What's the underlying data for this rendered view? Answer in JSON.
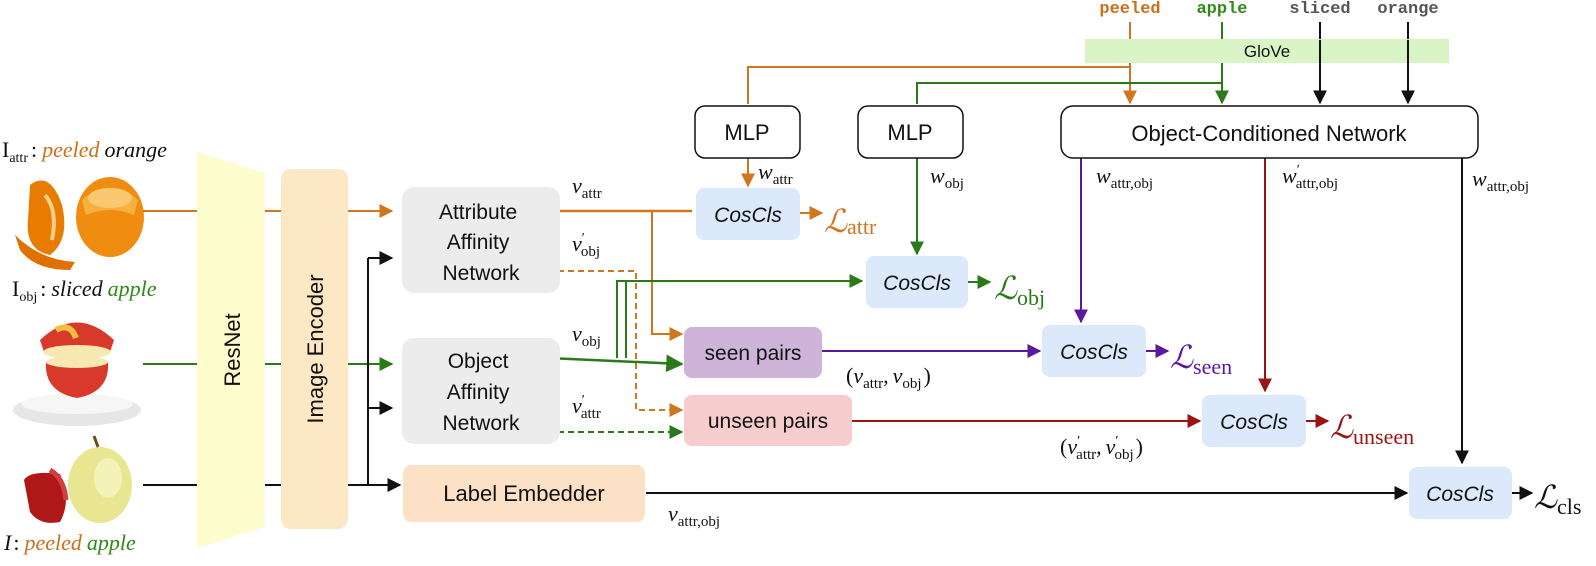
{
  "glove": {
    "words": [
      "peeled",
      "apple",
      "sliced",
      "orange"
    ],
    "word_colors": [
      "#c8701a",
      "#2e8b1a",
      "#555555",
      "#555555"
    ],
    "label": "GloVe"
  },
  "images": {
    "attr_prefix": "I",
    "attr_sub": "attr",
    "attr_colon": ":",
    "attr_word1": "peeled",
    "attr_word2": "orange",
    "obj_prefix": "I",
    "obj_sub": "obj",
    "obj_colon": ":",
    "obj_word1": "sliced",
    "obj_word2": "apple",
    "main_prefix": "I",
    "main_colon": ":",
    "main_word1": "peeled",
    "main_word2": "apple"
  },
  "backbone": {
    "resnet": "ResNet",
    "encoder": "Image Encoder"
  },
  "modules": {
    "attr_net": [
      "Attribute",
      "Affinity",
      "Network"
    ],
    "obj_net": [
      "Object",
      "Affinity",
      "Network"
    ],
    "label_embedder": "Label Embedder",
    "mlp_attr": "MLP",
    "mlp_obj": "MLP",
    "ocn": "Object-Conditioned Network",
    "seen_pairs": "seen pairs",
    "unseen_pairs": "unseen pairs",
    "coscls": "CosCls"
  },
  "symbols": {
    "v": "v",
    "w": "w",
    "attr": "attr",
    "obj": "obj",
    "attr_obj": "attr,obj",
    "prime": "′",
    "L": "ℒ",
    "seen": "seen",
    "unseen": "unseen",
    "cls": "cls",
    "lparen": "(",
    "rparen": ")",
    "comma": ","
  },
  "colors": {
    "orange": "#d0761e",
    "green": "#2a7a1a",
    "purple": "#5a1aa0",
    "darkred": "#9b1414",
    "black": "#111111",
    "coscls_fill": "#dbe9fb",
    "glove_fill": "#d9f5c6",
    "resnet_fill": "#fcfccc",
    "encoder_fill": "#fde8c6",
    "affinity_fill": "#ececec",
    "label_emb_fill": "#fde1c6",
    "seen_fill": "#cdb4d8",
    "unseen_fill": "#f6cccc"
  }
}
